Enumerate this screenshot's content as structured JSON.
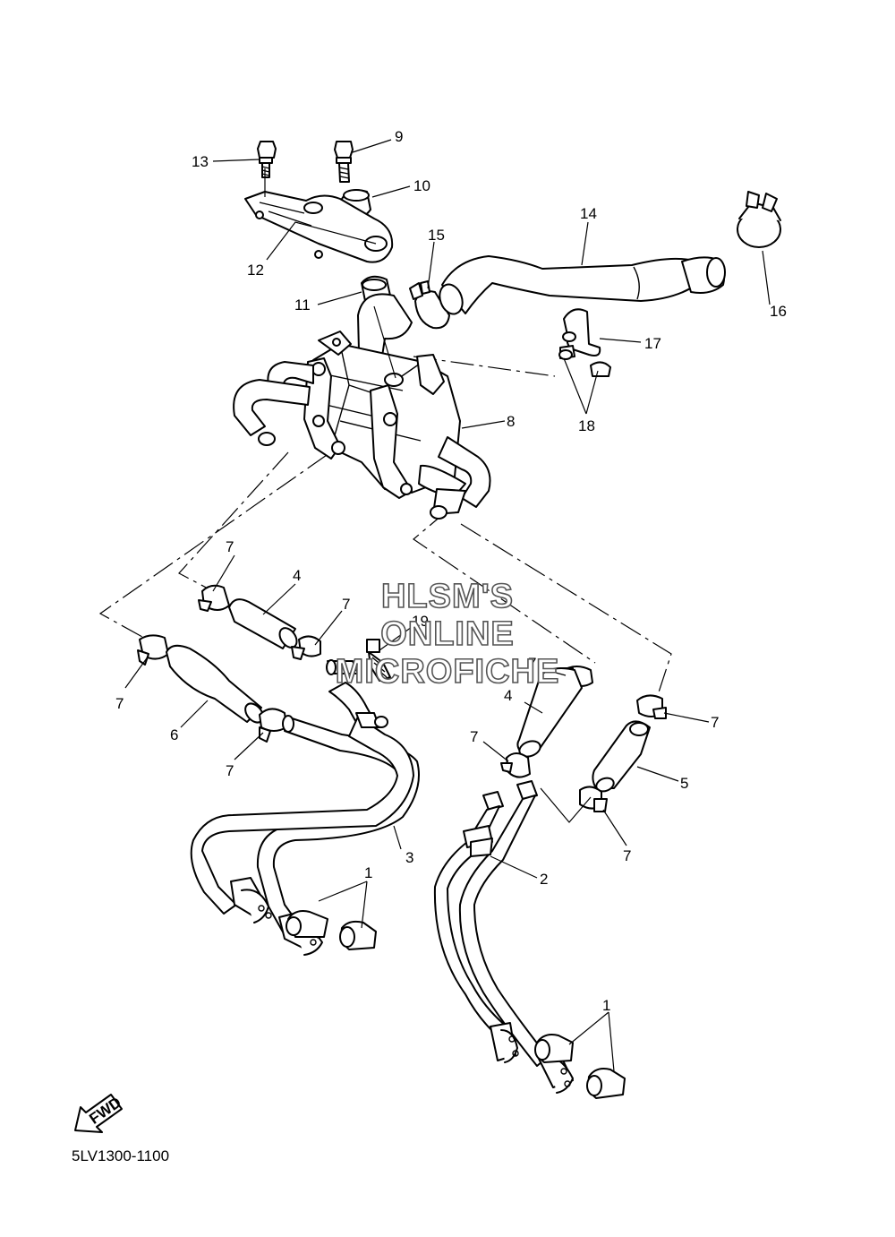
{
  "callouts": {
    "n1a": "1",
    "n1b": "1",
    "n2": "2",
    "n3": "3",
    "n4a": "4",
    "n4b": "4",
    "n5": "5",
    "n6": "6",
    "n7a": "7",
    "n7b": "7",
    "n7c": "7",
    "n7d": "7",
    "n7e": "7",
    "n7f": "7",
    "n7g": "7",
    "n7h": "7",
    "n8": "8",
    "n9": "9",
    "n10": "10",
    "n11": "11",
    "n12": "12",
    "n13": "13",
    "n14": "14",
    "n15": "15",
    "n16": "16",
    "n17": "17",
    "n18": "18",
    "n19": "19"
  },
  "watermark": {
    "line1": "HLSM'S",
    "line2": "ONLINE",
    "line3": "MICROFICHE"
  },
  "fwd_label": "FWD",
  "diagram_code": "5LV1300-1100"
}
